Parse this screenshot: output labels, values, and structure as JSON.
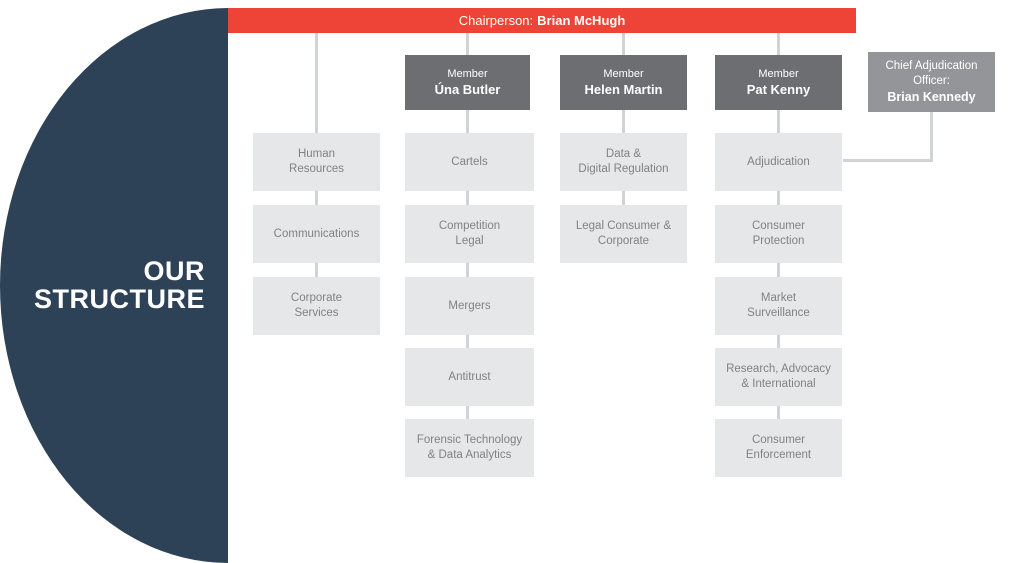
{
  "title": "OUR\nSTRUCTURE",
  "chairperson": {
    "prefix": "Chairperson:",
    "name": "Brian McHugh"
  },
  "members": [
    {
      "role": "Member",
      "name": "Úna Butler"
    },
    {
      "role": "Member",
      "name": "Helen Martin"
    },
    {
      "role": "Member",
      "name": "Pat Kenny"
    }
  ],
  "officer": {
    "role": "Chief Adjudication\nOfficer:",
    "name": "Brian Kennedy"
  },
  "departments": {
    "column1": [
      "Human\nResources",
      "Communications",
      "Corporate\nServices"
    ],
    "column2": [
      "Cartels",
      "Competition\nLegal",
      "Mergers",
      "Antitrust",
      "Forensic Technology\n& Data Analytics"
    ],
    "column3": [
      "Data &\nDigital Regulation",
      "Legal Consumer &\nCorporate"
    ],
    "column4": [
      "Adjudication",
      "Consumer\nProtection",
      "Market\nSurveillance",
      "Research, Advocacy\n& International",
      "Consumer\nEnforcement"
    ]
  },
  "colors": {
    "navy": "#2e4257",
    "red": "#ee4337",
    "member_gray": "#6d6e71",
    "officer_gray": "#939598",
    "box_bg": "#e6e7e8",
    "box_text": "#808285",
    "line": "#d1d3d4"
  }
}
